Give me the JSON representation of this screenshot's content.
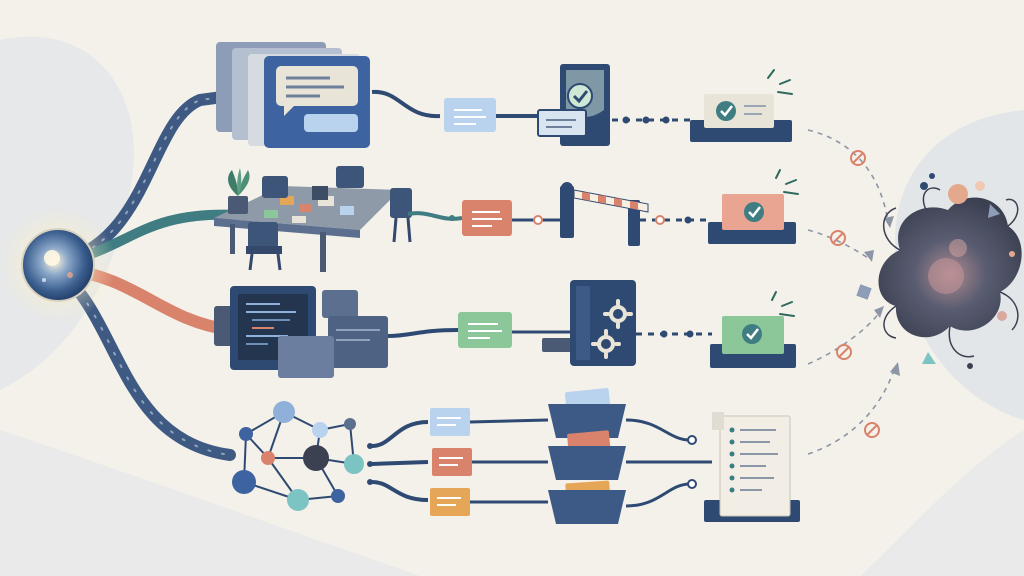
{
  "palette": {
    "background": "#f4f1ea",
    "navy": "#2f4a72",
    "slate": "#5d6f8e",
    "blue": "#3d63a0",
    "teal": "#3f7d82",
    "salmon": "#d9826c",
    "green": "#8cc79a",
    "orange": "#e6a657",
    "light_blue": "#b9d3ef",
    "dark_cloud": "#4a4c5a"
  },
  "icons": {
    "source": "glowing-orb-icon",
    "chaos": "tangled-cloud-icon",
    "blocked": "no-entry-icon",
    "approved": "checkmark-icon",
    "gear": "gear-icon"
  },
  "rows": [
    {
      "id": "chat",
      "origin": "stacked-chat-windows",
      "packet_color": "light_blue",
      "gate": "shield-check-gate",
      "destination": "approved-tray"
    },
    {
      "id": "meeting",
      "origin": "meeting-table",
      "packet_color": "salmon",
      "gate": "barrier-gate",
      "destination": "approved-tray"
    },
    {
      "id": "code",
      "origin": "code-servers",
      "packet_color": "green",
      "gate": "gear-machine",
      "destination": "approved-tray"
    },
    {
      "id": "graph",
      "origin": "network-graph",
      "packet_colors": [
        "light_blue",
        "salmon",
        "orange"
      ],
      "gate": "sorting-bins",
      "destination": "checklist-document"
    }
  ]
}
